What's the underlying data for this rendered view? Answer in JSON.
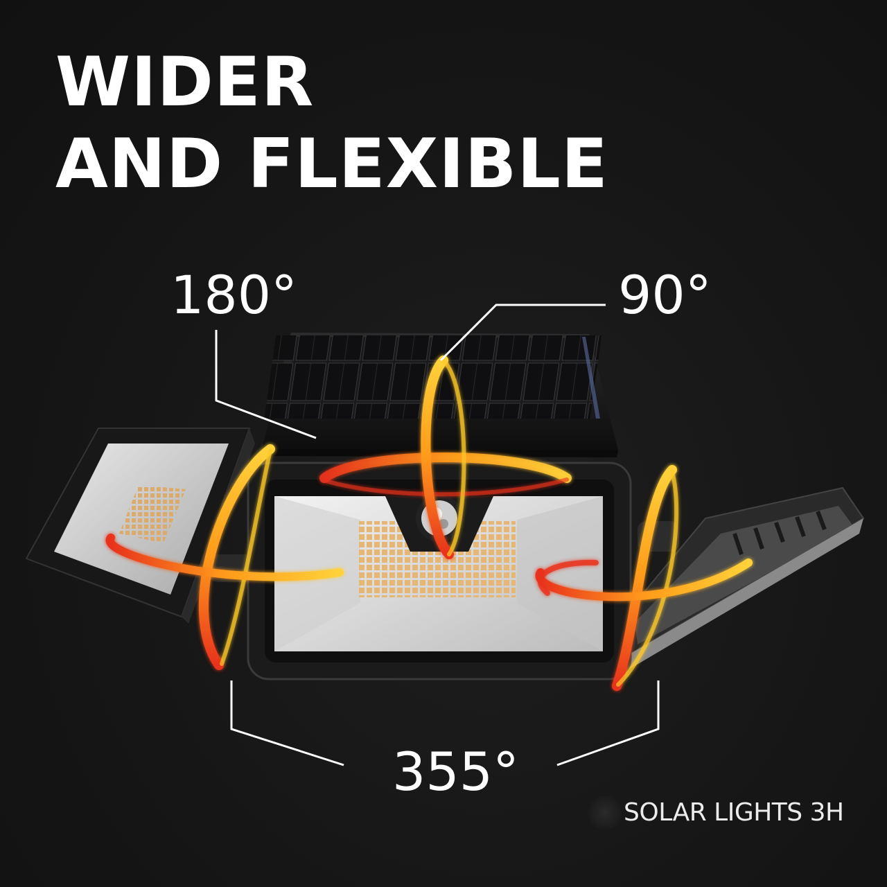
{
  "headline": {
    "line1": "WIDER",
    "line2": "AND FLEXIBLE"
  },
  "angles": {
    "top_left": "180°",
    "top_right": "90°",
    "bottom": "355°"
  },
  "brand": {
    "text": "SOLAR LIGHTS 3H"
  },
  "colors": {
    "background": "#141414",
    "text": "#ffffff",
    "arrow_orange": "#ff9a1a",
    "arrow_yellow": "#ffc928",
    "arrow_red": "#e8321e",
    "led_warm": "#e6b774",
    "panel_frame": "#1c1c1c"
  },
  "icons": [
    "solar-panel-icon",
    "motion-sensor-icon",
    "rotation-arrow-icon",
    "brand-logo-icon"
  ]
}
